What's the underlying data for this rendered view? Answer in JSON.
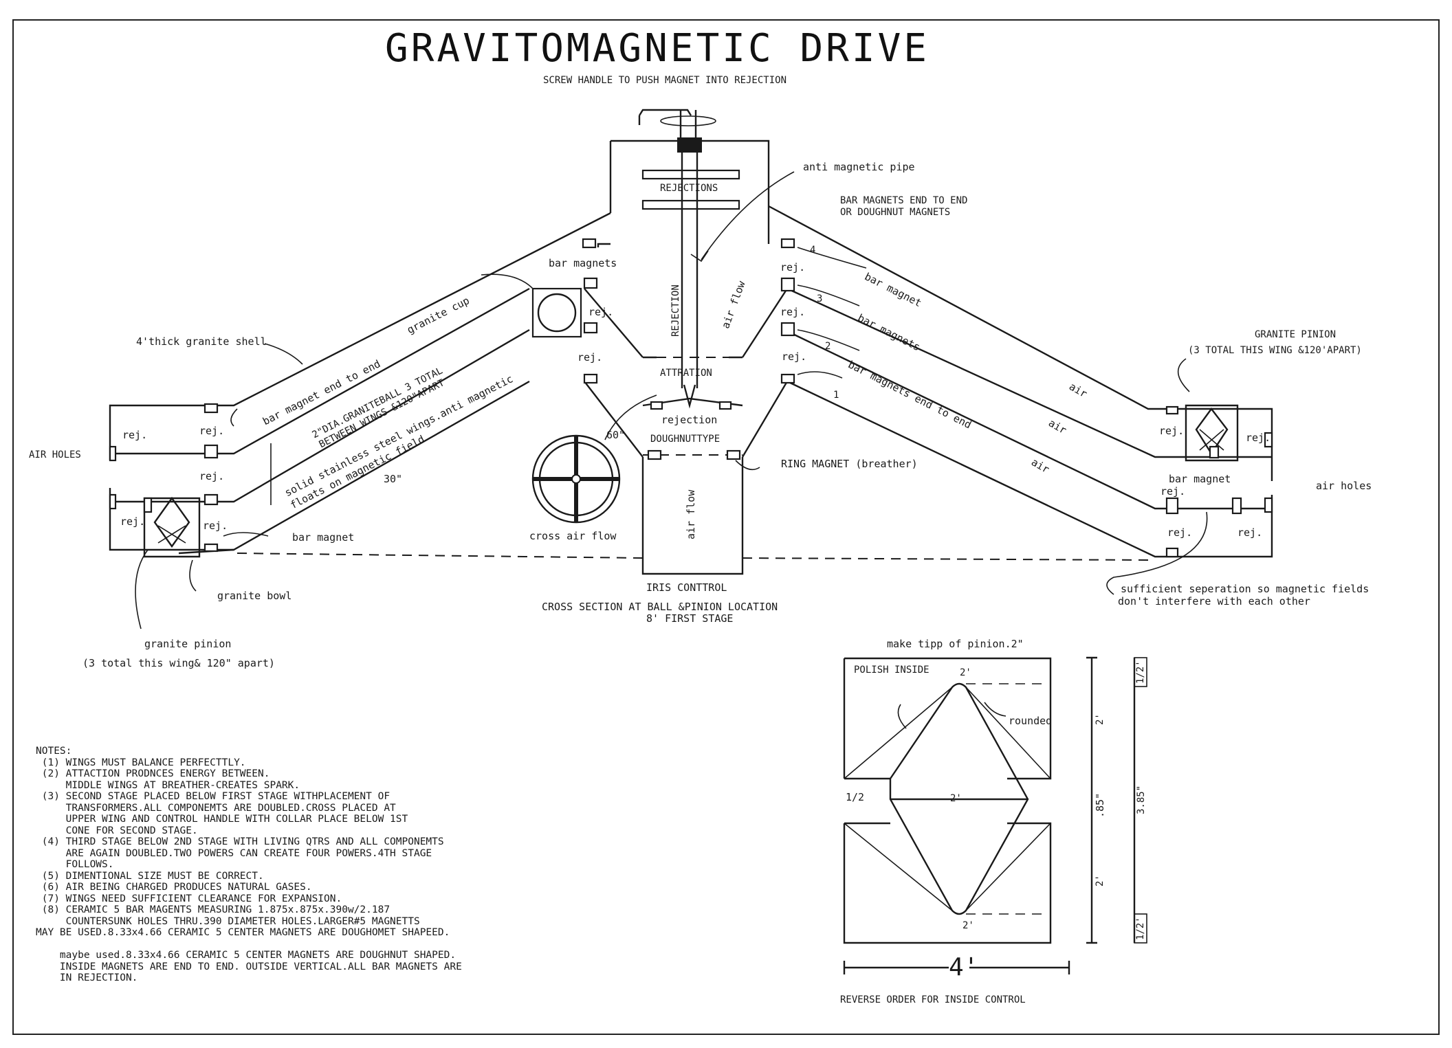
{
  "title": "GRAVITOMAGNETIC DRIVE",
  "subtitle": "SCREW HANDLE TO PUSH MAGNET INTO REJECTION",
  "labels": {
    "anti_magnetic_pipe": "anti magnetic pipe",
    "rejections": "REJECTIONS",
    "bar_magnets_end_to_end_1": "BAR MAGNETS END TO END",
    "bar_magnets_end_to_end_2": "OR DOUGHNUT MAGNETS",
    "bar_magnets_top": "bar magnets",
    "rejection_vertical": "REJECTION",
    "air_flow_top": "air flow",
    "attration": "ATTRATION",
    "rejection_lower": "rejection",
    "doughnut_type": "DOUGHNUTTYPE",
    "ring_magnet": "RING MAGNET (breather)",
    "air_flow_lower": "air flow",
    "iris_control": "IRIS CONTTROL",
    "cross_section_1": "CROSS SECTION AT BALL &PINION LOCATION",
    "cross_section_2": "8' FIRST STAGE",
    "cross_air_flow": "cross air flow",
    "dim_60": "60\"",
    "dim_30": "30\"",
    "granite_shell": "4'thick granite shell",
    "granite_cup": "granite cup",
    "bar_magnet_end_to_end_left": "bar magnet end to end",
    "granite_ball_1": "2\"DIA.GRANITEBALL 3 TOTAL",
    "granite_ball_2": "BETWEEN WINGS &120\"APART",
    "solid_wings_1": "solid stainless steel wings.anti magnetic",
    "solid_wings_2": "floats on magnetic field",
    "air_holes_left": "AIR HOLES",
    "bar_magnet_left": "bar magnet",
    "granite_bowl": "granite bowl",
    "granite_pinion_left": "granite pinion",
    "granite_pinion_left_sub": "(3 total this wing& 120\" apart)",
    "rej": "rej.",
    "num_1": "1",
    "num_2": "2",
    "num_3": "3",
    "num_4": "4",
    "bar_magnet_right": "bar magnet",
    "bar_magnets_right": "bar magnets",
    "bar_magnets_end_to_end_right": "bar magnets end to end",
    "air": "air",
    "granite_pinion_right": "GRANITE PINION",
    "granite_pinion_right_sub": "(3 TOTAL THIS WING &120'APART)",
    "bar_magnet_right_small": "bar magnet",
    "air_holes_right": "air holes",
    "separation_1": "sufficient seperation so magnetic fields",
    "separation_2": "don't interfere with each other"
  },
  "pinion_detail": {
    "title": "make tipp of pinion.2\"",
    "polish_inside": "POLISH INSIDE",
    "rounded": "rounded",
    "dim_2_top": "2'",
    "dim_2_mid": "2'",
    "dim_2_bottom": "2'",
    "dim_half_left": "1/2",
    "dim_half_top": "1/2'",
    "dim_2_upper_side": "2'",
    "dim_085": ".85\"",
    "dim_385": "3.85\"",
    "dim_2_lower_side": "2'",
    "dim_half_bottom": "1/2'",
    "dim_4": "4'",
    "reverse_order": "REVERSE ORDER FOR INSIDE CONTROL"
  },
  "notes": {
    "heading": "NOTES:",
    "lines": [
      " (1) WINGS MUST BALANCE PERFECTTLY.",
      " (2) ATTACTION PRODNCES ENERGY BETWEEN.",
      "     MIDDLE WINGS AT BREATHER-CREATES SPARK.",
      " (3) SECOND STAGE PLACED BELOW FIRST STAGE WITHPLACEMENT OF",
      "     TRANSFORMERS.ALL COMPONEMTS ARE DOUBLED.CROSS PLACED AT",
      "     UPPER WING AND CONTROL HANDLE WITH COLLAR PLACE BELOW 1ST",
      "     CONE FOR SECOND STAGE.",
      " (4) THIRD STAGE BELOW 2ND STAGE WITH LIVING QTRS AND ALL COMPONEMTS",
      "     ARE AGAIN DOUBLED.TWO POWERS CAN CREATE FOUR POWERS.4TH STAGE",
      "     FOLLOWS.",
      " (5) DIMENTIONAL SIZE MUST BE CORRECT.",
      " (6) AIR BEING CHARGED PRODUCES NATURAL GASES.",
      " (7) WINGS NEED SUFFICIENT CLEARANCE FOR EXPANSION.",
      " (8) CERAMIC 5 BAR MAGENTS MEASURING 1.875x.875x.390w/2.187",
      "     COUNTERSUNK HOLES THRU.390 DIAMETER HOLES.LARGER#5 MAGNETTS",
      "MAY BE USED.8.33x4.66 CERAMIC 5 CENTER MAGNETS ARE DOUGHOMET SHAPEED.",
      "",
      "    maybe used.8.33x4.66 CERAMIC 5 CENTER MAGNETS ARE DOUGHNUT SHAPED.",
      "    INSIDE MAGNETS ARE END TO END. OUTSIDE VERTICAL.ALL BAR MAGNETS ARE",
      "    IN REJECTION."
    ]
  }
}
